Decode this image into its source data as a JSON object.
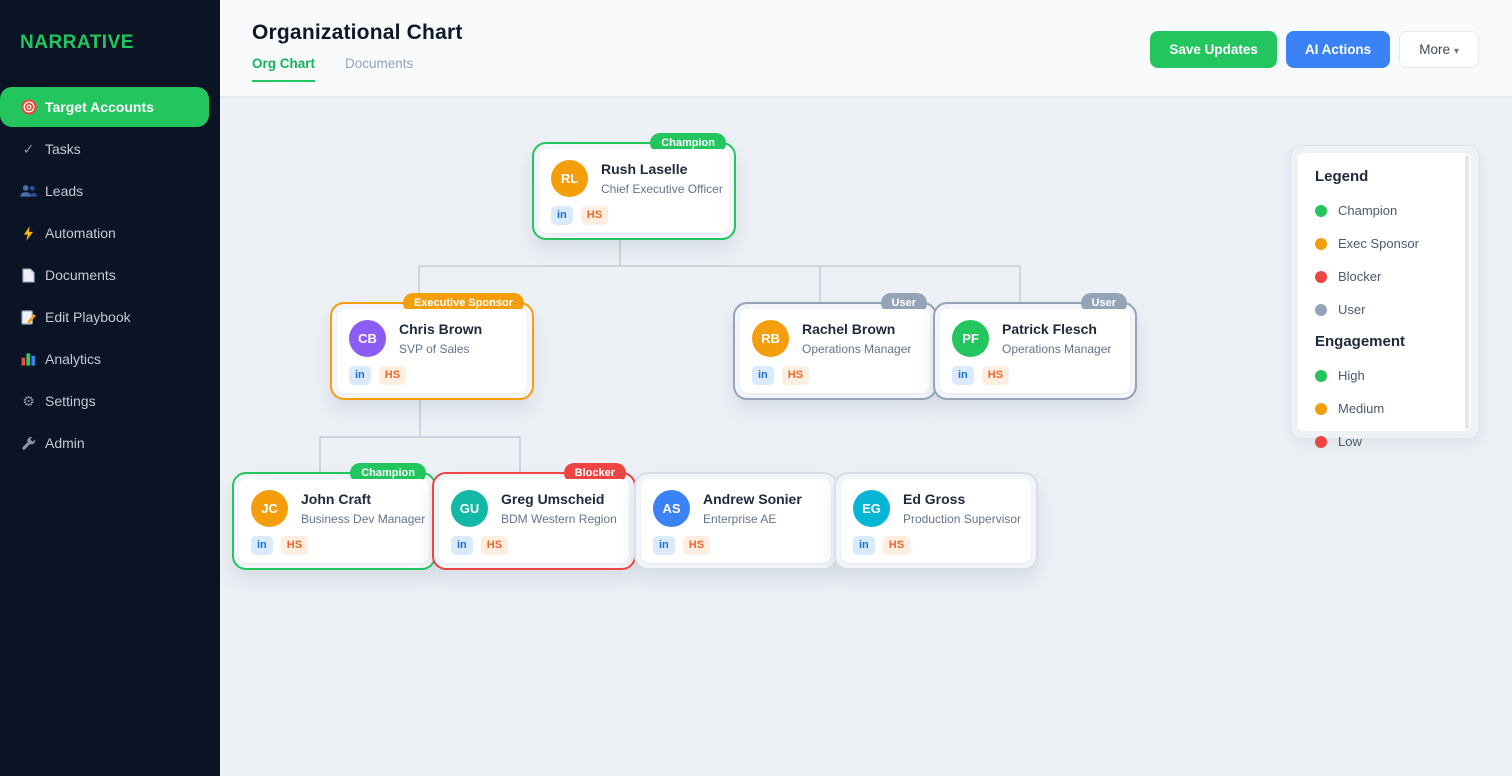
{
  "sidebar": {
    "logo": "NARRATIVE",
    "items": [
      {
        "label": "Target Accounts",
        "icon": "target-icon",
        "active": true
      },
      {
        "label": "Tasks",
        "icon": "check-icon",
        "active": false
      },
      {
        "label": "Leads",
        "icon": "people-icon",
        "active": false
      },
      {
        "label": "Automation",
        "icon": "lightning-icon",
        "active": false
      },
      {
        "label": "Documents",
        "icon": "document-icon",
        "active": false
      },
      {
        "label": "Edit Playbook",
        "icon": "memo-pencil-icon",
        "active": false
      },
      {
        "label": "Analytics",
        "icon": "bar-chart-icon",
        "active": false
      },
      {
        "label": "Settings",
        "icon": "gear-icon",
        "active": false
      },
      {
        "label": "Admin",
        "icon": "wrench-icon",
        "active": false
      }
    ]
  },
  "header": {
    "title": "Organizational Chart",
    "tabs": [
      {
        "label": "Org Chart",
        "active": true
      },
      {
        "label": "Documents",
        "active": false
      }
    ],
    "buttons": {
      "save": "Save Updates",
      "ai": "AI Actions",
      "more": "More",
      "more_caret": "▾"
    }
  },
  "org": {
    "chip_labels": {
      "linkedin": "in",
      "hubspot": "HS"
    },
    "chip_colors": {
      "linkedin_bg": "#d9eafd",
      "linkedin_text": "#1d6fd1",
      "hubspot_bg": "#fdeedf",
      "hubspot_text": "#f0662e"
    },
    "nodes": {
      "rush": {
        "initials": "RL",
        "name": "Rush Laselle",
        "title": "Chief Executive Officer",
        "role_badge": "Champion",
        "avatar_color": "#f59e0b",
        "border_color": "#22c55e",
        "badge_color": "#22c55e"
      },
      "chris": {
        "initials": "CB",
        "name": "Chris Brown",
        "title": "SVP of Sales",
        "role_badge": "Executive Sponsor",
        "avatar_color": "#8b5cf6",
        "border_color": "#f59e0b",
        "badge_color": "#f59e0b"
      },
      "rachel": {
        "initials": "RB",
        "name": "Rachel Brown",
        "title": "Operations Manager",
        "role_badge": "User",
        "avatar_color": "#f59e0b",
        "border_color": "#94a3b8",
        "badge_color": "#94a3b8"
      },
      "patrick": {
        "initials": "PF",
        "name": "Patrick Flesch",
        "title": "Operations Manager",
        "role_badge": "User",
        "avatar_color": "#22c55e",
        "border_color": "#94a3b8",
        "badge_color": "#94a3b8"
      },
      "john": {
        "initials": "JC",
        "name": "John Craft",
        "title": "Business Dev Manager",
        "role_badge": "Champion",
        "avatar_color": "#f59e0b",
        "border_color": "#22c55e",
        "badge_color": "#22c55e"
      },
      "greg": {
        "initials": "GU",
        "name": "Greg Umscheid",
        "title": "BDM Western Region",
        "role_badge": "Blocker",
        "avatar_color": "#14b8a6",
        "border_color": "#ef4444",
        "badge_color": "#ef4444"
      },
      "andrew": {
        "initials": "AS",
        "name": "Andrew Sonier",
        "title": "Enterprise AE",
        "avatar_color": "#3b82f6",
        "border_color": "#d8dfe9"
      },
      "ed": {
        "initials": "EG",
        "name": "Ed Gross",
        "title": "Production Supervisor",
        "avatar_color": "#06b6d4",
        "border_color": "#d8dfe9"
      }
    }
  },
  "legend": {
    "title": "Legend",
    "roles": [
      {
        "label": "Champion",
        "color": "#22c55e"
      },
      {
        "label": "Exec Sponsor",
        "color": "#f59e0b"
      },
      {
        "label": "Blocker",
        "color": "#ef4444"
      },
      {
        "label": "User",
        "color": "#94a3b8"
      }
    ],
    "engagement_title": "Engagement",
    "levels": [
      {
        "label": "High",
        "color": "#22c55e"
      },
      {
        "label": "Medium",
        "color": "#f59e0b"
      },
      {
        "label": "Low",
        "color": "#ef4444"
      }
    ]
  }
}
